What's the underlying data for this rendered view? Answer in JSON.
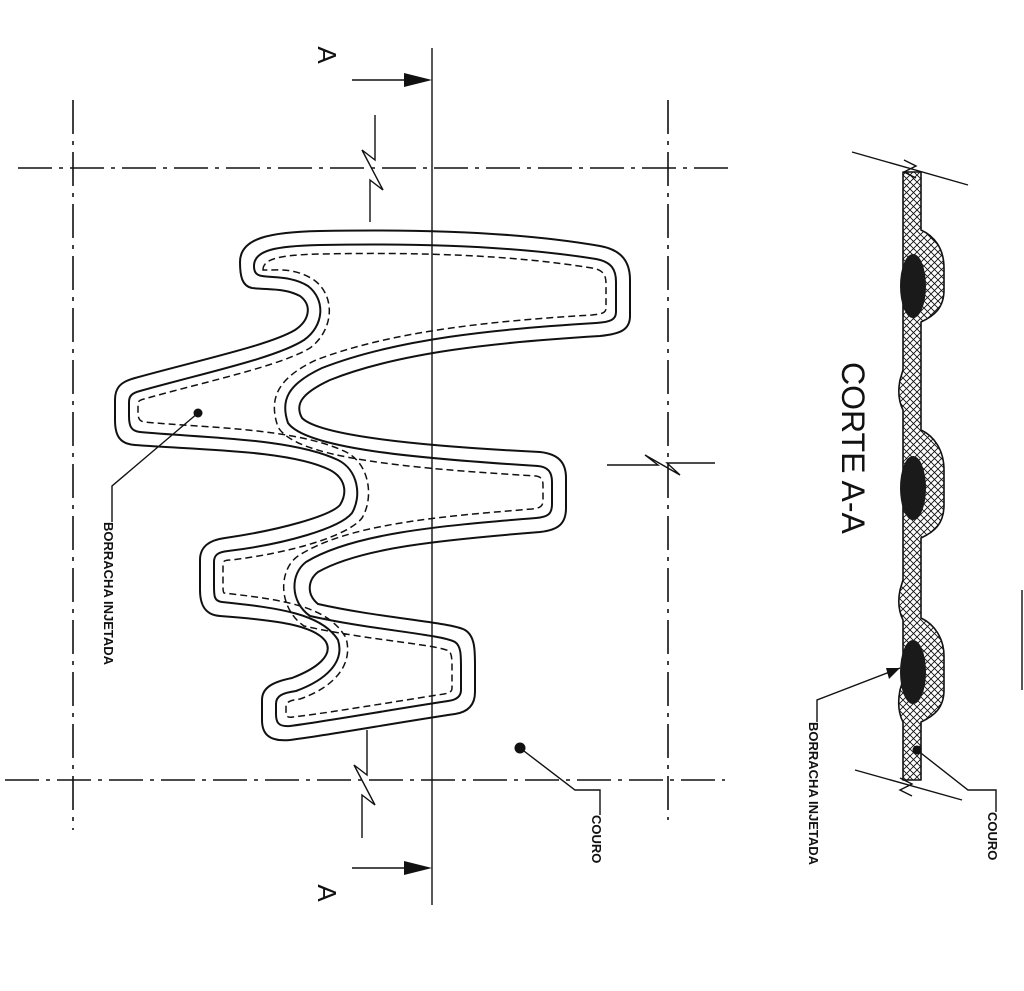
{
  "drawing": {
    "section_marker_top": "A",
    "section_marker_bottom": "A",
    "left_label_rubber": "BORRACHA INJETADA",
    "left_label_leather": "COURO",
    "section_title": "CORTE A-A",
    "right_label_rubber": "BORRACHA INJETADA",
    "right_label_leather": "COURO"
  },
  "colors": {
    "ink": "#111111",
    "paper": "#ffffff"
  }
}
